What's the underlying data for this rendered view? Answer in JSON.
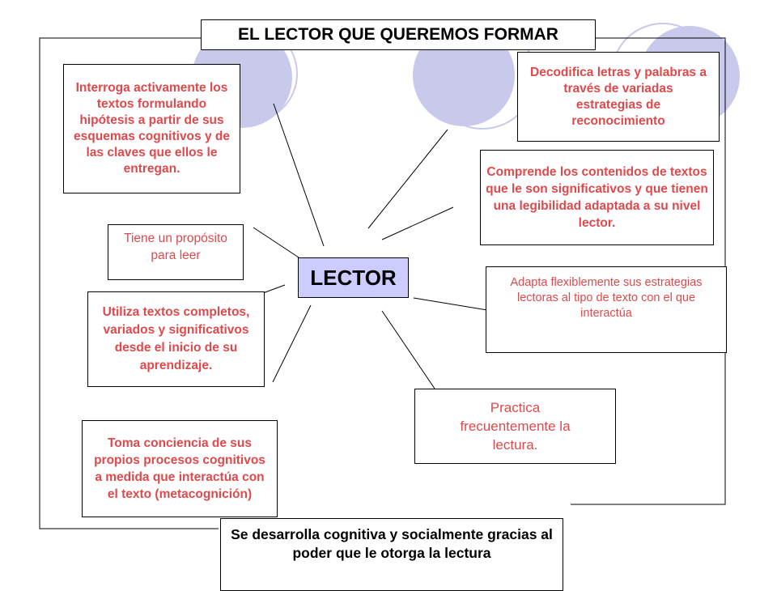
{
  "colors": {
    "circle_fill": "#c9c9ec",
    "circle_outline": "#c9c9ec",
    "text_red": "#e0494b",
    "text_black": "#000000",
    "center_fill": "#ccccff"
  },
  "title": "EL LECTOR QUE QUEREMOS FORMAR",
  "center": "LECTOR",
  "nodes": {
    "interroga": "Interroga activamente los textos formulando hipótesis a partir de sus esquemas cognitivos y de las claves que ellos le entregan.",
    "tiene": "Tiene un propósito para leer",
    "utiliza": "Utiliza textos completos, variados y significativos desde el inicio de su aprendizaje.",
    "toma": "Toma conciencia de sus propios procesos cognitivos a medida que interactúa con el  texto (metacognición)",
    "decodifica": "Decodifica letras y palabras a través de variadas estrategias de reconocimiento",
    "comprende": "Comprende los contenidos de textos que le son significativos y que tienen una legibilidad adaptada a su nivel  lector.",
    "adapta": "Adapta flexiblemente sus estrategias lectoras al tipo de texto con el que interactúa",
    "practica": "Practica frecuentemente la lectura."
  },
  "footer": "Se desarrolla cognitiva y socialmente gracias al poder que le otorga la lectura"
}
